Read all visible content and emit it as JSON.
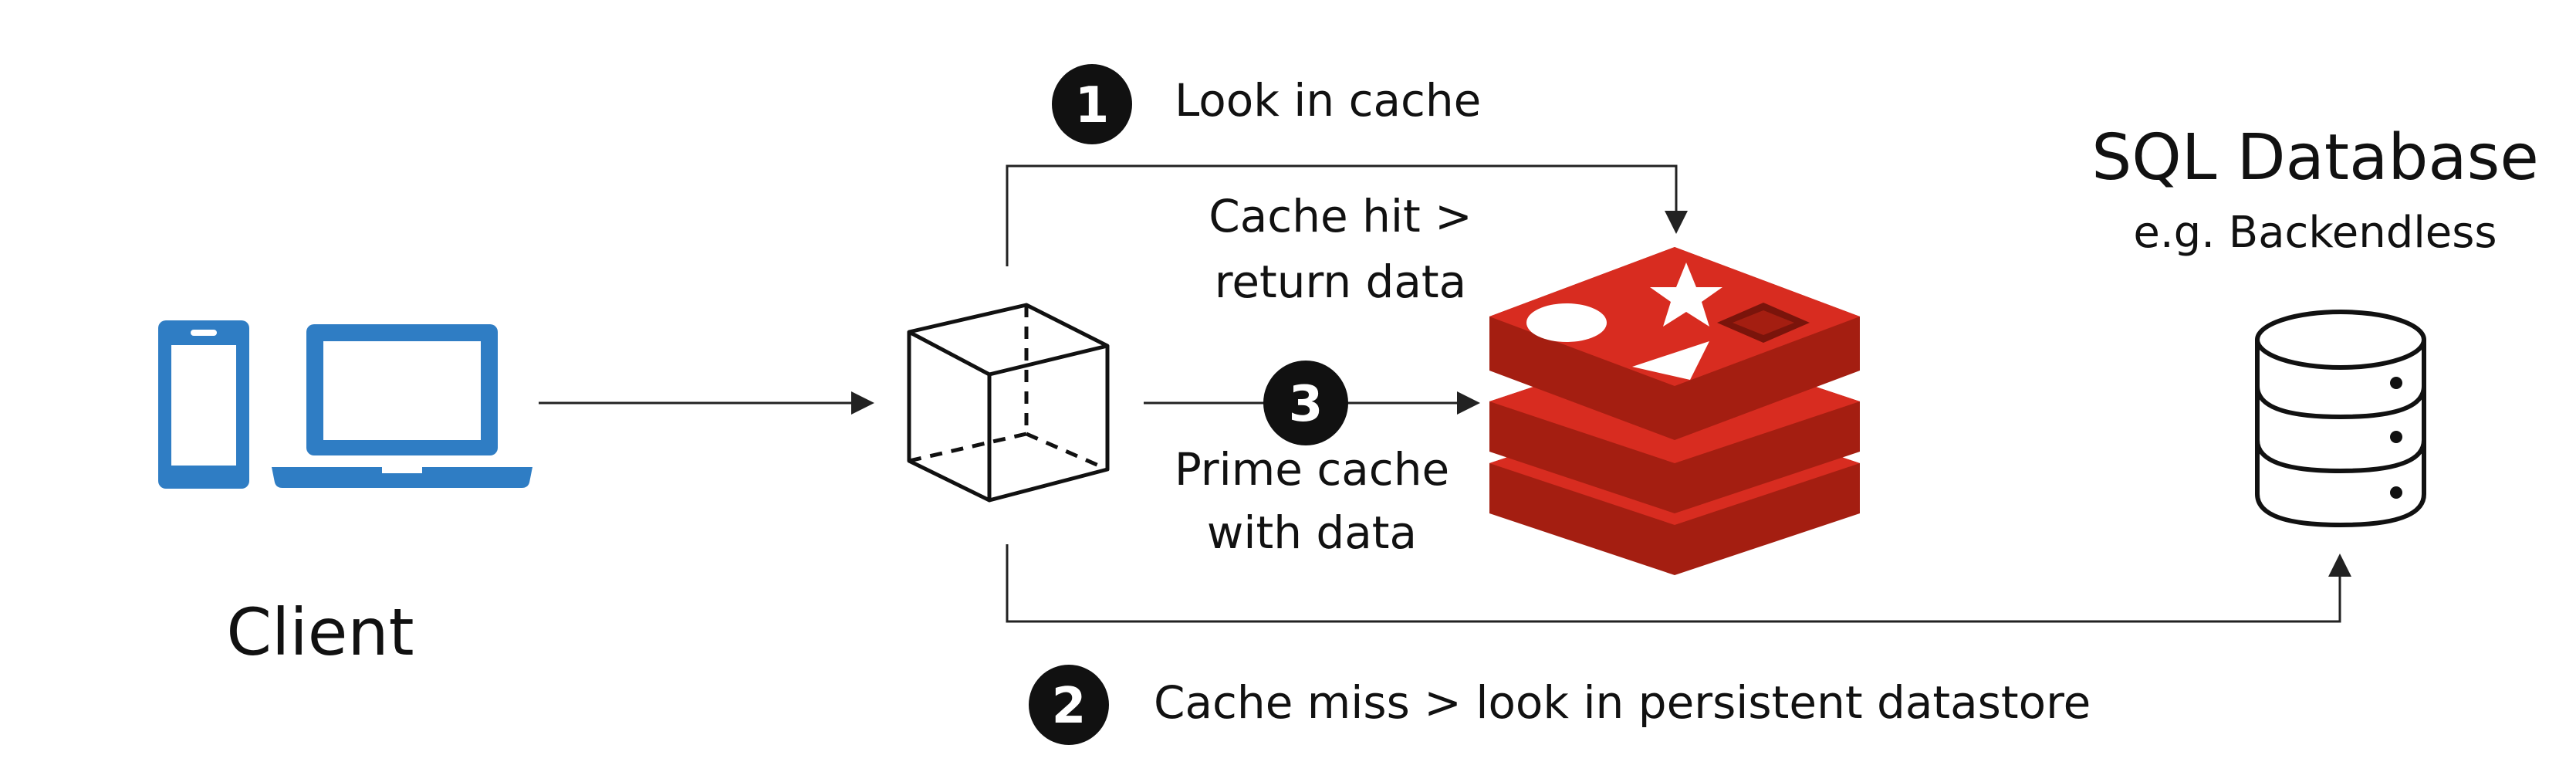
{
  "steps": [
    {
      "number": "1",
      "label": "Look in cache"
    },
    {
      "number": "2",
      "label": "Cache miss > look in persistent datastore"
    },
    {
      "number": "3",
      "label": ""
    }
  ],
  "cache_hit": {
    "line1": "Cache hit >",
    "line2": "return data"
  },
  "prime_cache": {
    "line1": "Prime cache",
    "line2": "with data"
  },
  "client": {
    "label": "Client"
  },
  "database": {
    "title": "SQL Database",
    "subtitle": "e.g. Backendless"
  },
  "colors": {
    "client_blue": "#2f7dc4",
    "redis_red": "#d82c20",
    "redis_dark": "#a41e11",
    "line": "#222222"
  },
  "icons": {
    "client": [
      "phone-icon",
      "laptop-icon"
    ],
    "app_server": "cube-icon",
    "cache": "redis-logo-icon",
    "database": "database-icon"
  }
}
